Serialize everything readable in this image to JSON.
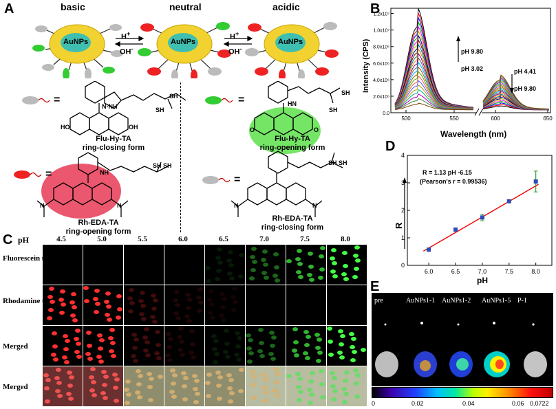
{
  "panels": {
    "a": "A",
    "b": "B",
    "c": "C",
    "d": "D",
    "e": "E"
  },
  "panel_a": {
    "states": {
      "basic": "basic",
      "neutral": "neutral",
      "acidic": "acidic"
    },
    "particle_label": "AuNPs",
    "arrow_h": "H",
    "arrow_plus": "+",
    "arrow_oh": "OH",
    "arrow_minus": "-",
    "equals": "=",
    "nh_a": "N-NH",
    "nh_b": "HN",
    "nh_c": "NH",
    "oh": "HO",
    "oh2": "OH",
    "o_minus": "O",
    "o2": "O",
    "sh": "SH",
    "sh_sh": "SH  SH",
    "n": "N",
    "n_plus": "N",
    "compounds": [
      {
        "name": "Flu-Hy-TA",
        "form": "ring-closing form"
      },
      {
        "name": "Flu-Hy-TA",
        "form": "ring-opening form"
      },
      {
        "name": "Rh-EDA-TA",
        "form": "ring-opening form"
      },
      {
        "name": "Rh-EDA-TA",
        "form": "ring-closing form"
      }
    ]
  },
  "panel_b": {
    "ylabel": "Intensity (CPS)",
    "xlabel": "Wavelength  (nm)",
    "ph_high": "pH 9.80",
    "ph_low": "pH 3.02",
    "ph_441": "pH 4.41",
    "ph_980b": "pH 9.80",
    "yticks": [
      "0.0",
      "2.0x10⁶",
      "4.0x10⁶",
      "6.0x10⁶",
      "8.0x10⁶",
      "1.0x10⁷",
      "1.2x10⁷"
    ],
    "xticks": [
      "500",
      "550",
      "600",
      "650"
    ],
    "curve_colors": [
      "#000000",
      "#ff0000",
      "#0000ff",
      "#00c000",
      "#ff00ff",
      "#c0c000",
      "#000080",
      "#8b0000",
      "#008080",
      "#ff8000",
      "#800080",
      "#606060",
      "#00aaff",
      "#aa5500",
      "#55aa00",
      "#ff5555",
      "#5555ff",
      "#aaaa00",
      "#00aa88",
      "#aa00aa",
      "#3f7f3f",
      "#7f3f00"
    ]
  },
  "chart_data": {
    "type": "scatter",
    "title": "",
    "xlabel": "pH",
    "ylabel": "R",
    "xlim": [
      5.6,
      8.3
    ],
    "ylim": [
      0,
      4
    ],
    "xticks": [
      "6.0",
      "6.5",
      "7.0",
      "7.5",
      "8.0"
    ],
    "yticks": [
      "0",
      "1",
      "2",
      "3",
      "4"
    ],
    "x": [
      6.0,
      6.5,
      7.0,
      7.5,
      8.0
    ],
    "y": [
      0.57,
      1.3,
      1.74,
      2.33,
      3.05
    ],
    "errors": [
      0.05,
      0.06,
      0.12,
      0.05,
      0.38
    ],
    "fit": {
      "slope": 1.13,
      "intercept": -6.15
    },
    "annotation_line1": "R = 1.13 pH -6.15",
    "annotation_line2": "(Pearson's r = 0.99536)"
  },
  "panel_c": {
    "ph_label": "pH",
    "ph_values": [
      "4.5",
      "5.0",
      "5.5",
      "6.0",
      "6.5",
      "7.0",
      "7.5",
      "8.0"
    ],
    "rows": [
      "Fluorescein unit",
      "Rhodamine unit",
      "Merged",
      "Merged"
    ]
  },
  "panel_e": {
    "labels": [
      "pre",
      "AuNPs1-1",
      "AuNPs1-2",
      "AuNPs1-5",
      "P-1"
    ],
    "colorbar_ticks": [
      "0",
      "0.02",
      "0.04",
      "0.06",
      "0.0722"
    ]
  }
}
